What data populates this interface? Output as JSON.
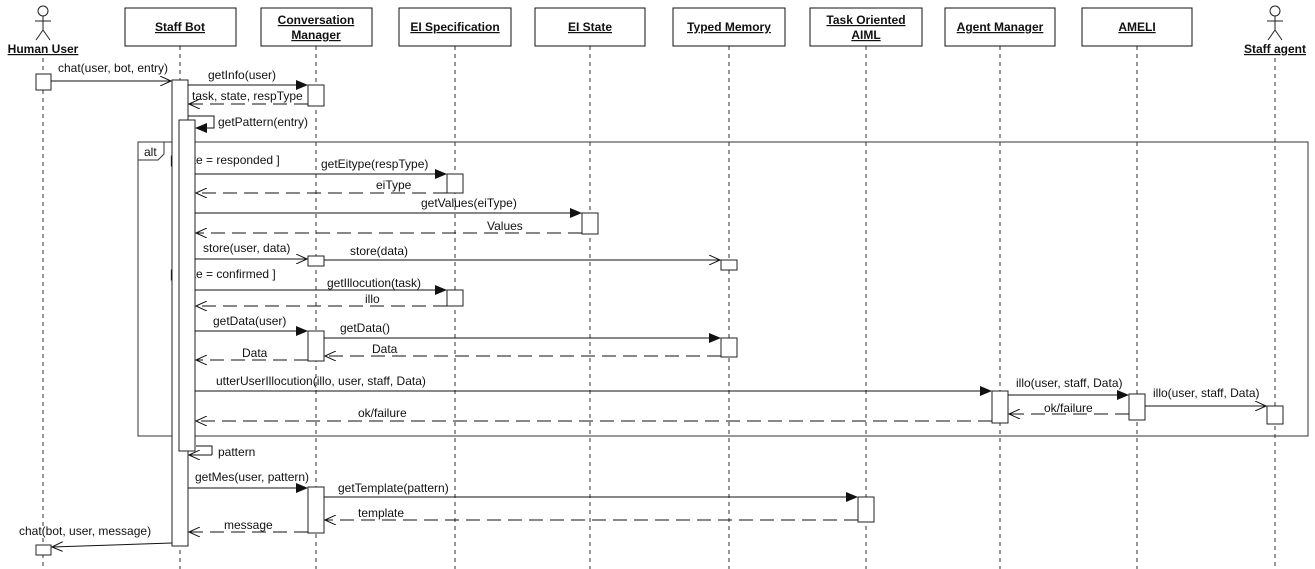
{
  "actors": [
    {
      "id": "human",
      "label": "Human User"
    },
    {
      "id": "staffagent",
      "label": "Staff agent"
    }
  ],
  "participants": [
    {
      "id": "staffbot",
      "lines": [
        "Staff Bot"
      ]
    },
    {
      "id": "conv",
      "lines": [
        "Conversation",
        "Manager"
      ]
    },
    {
      "id": "eispec",
      "lines": [
        "EI Specification"
      ]
    },
    {
      "id": "eistate",
      "lines": [
        "EI State"
      ]
    },
    {
      "id": "typed",
      "lines": [
        "Typed Memory"
      ]
    },
    {
      "id": "taiml",
      "lines": [
        "Task Oriented",
        "AIML"
      ]
    },
    {
      "id": "agentmgr",
      "lines": [
        "Agent Manager"
      ]
    },
    {
      "id": "ameli",
      "lines": [
        "AMELI"
      ]
    }
  ],
  "frame": {
    "operator": "alt",
    "guards": [
      "[ state = responded ]",
      "[ state = confirmed ]"
    ]
  },
  "messages": {
    "chat_in": "chat(user, bot, entry)",
    "getinfo": "getInfo(user)",
    "getinfo_ret": "task, state, respType",
    "getpattern": "getPattern(entry)",
    "geteitype": "getEitype(respType)",
    "eitype_ret": "eiType",
    "getvalues": "getValues(eiType)",
    "values_ret": "Values",
    "store_user": "store(user, data)",
    "store_data": "store(data)",
    "getillocution": "getIllocution(task)",
    "illo_ret": "illo",
    "getdata_user": "getData(user)",
    "getdata": "getData()",
    "data_ret1": "Data",
    "data_ret2": "Data",
    "utter": "utterUserIllocution(illo, user, staff, Data)",
    "illo1": "illo(user, staff, Data)",
    "illo2": "illo(user, staff, Data)",
    "ok1": "ok/failure",
    "ok2": "ok/failure",
    "pattern_ret": "pattern",
    "getmes": "getMes(user, pattern)",
    "gettemplate": "getTemplate(pattern)",
    "template_ret": "template",
    "message_ret": "message",
    "chat_out": "chat(bot, user, message)"
  }
}
